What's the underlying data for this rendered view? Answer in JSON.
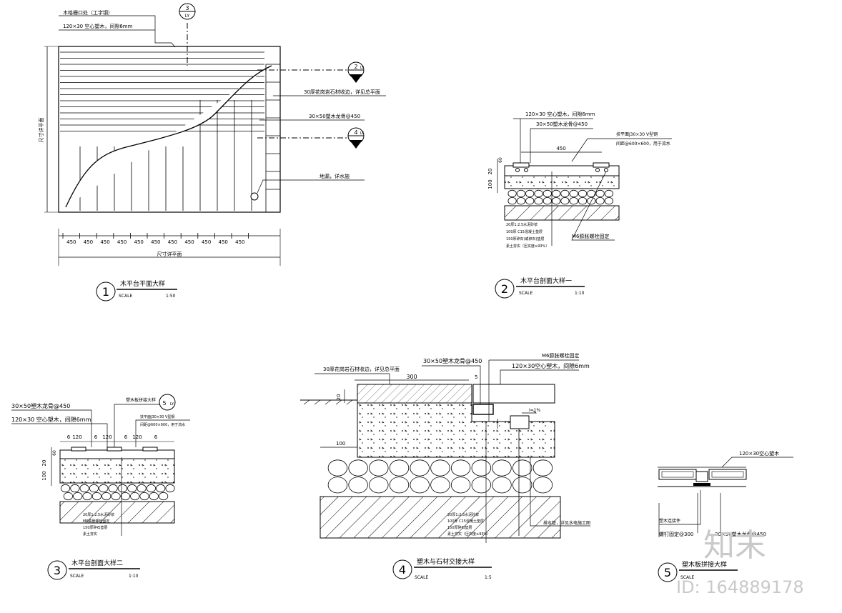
{
  "plan": {
    "note_top": "木格栅口处（工字钢）",
    "note_board": "120×30 空心塑木，间隙6mm",
    "note_edge": "30厚花岗岩石材收边，详见总平面",
    "note_joist": "30×50塑木龙骨@450",
    "note_drain": "地漏，详水施",
    "dim_unit": "450",
    "dim_label_bottom": "尺寸详平面",
    "dim_label_left": "尺寸详平面",
    "marker_top": "3",
    "marker_top_sub": "LY",
    "marker_right1": "2",
    "marker_right1_sub": "LY",
    "marker_right2": "4",
    "marker_right2_sub": "LY",
    "title_num": "1",
    "title": "木平台平面大样",
    "scale_label": "SCALE",
    "scale": "1:50"
  },
  "sec1": {
    "note_board": "120×30 空心塑木，间隙6mm",
    "note_joist": "30×50塑木龙骨@450",
    "note_steel1": "扶平面J30×30 V型钢",
    "note_steel2": "间距@600×600，用于流水",
    "dim_450": "450",
    "dim_20": "20",
    "dim_60": "60",
    "dim_100": "100",
    "layer1": "20厚1:2.5水泥砂浆",
    "layer2": "100厚 C15混凝土垫层",
    "layer3": "150厚碎石(或卵石)垫层",
    "layer4": "素土夯实（压实度≥93%）",
    "note_bolt": "M6膨胀螺栓固定",
    "title_num": "2",
    "title": "木平台剖面大样一",
    "scale_label": "SCALE",
    "scale": "1:10"
  },
  "sec2": {
    "note_joist": "30×50塑木龙骨@450",
    "note_board": "120×30 空心塑木，间隙6mm",
    "note_joint": "塑木板拼接大样",
    "note_steel1": "扶平面J30×30 V型钢",
    "note_steel2": "间距@600×600，用于流水",
    "marker": "5",
    "marker_sub": "LY",
    "dims": [
      "6",
      "120",
      "6",
      "120",
      "6",
      "120",
      "6"
    ],
    "dim_20": "20",
    "dim_60": "60",
    "dim_100": "100",
    "layer1": "20厚1:2.5水泥砂浆",
    "layer2": "M6膨胀螺栓固定",
    "layer3": "150厚碎石垫层",
    "layer4": "素土夯实",
    "title_num": "3",
    "title": "木平台剖面大样二",
    "scale_label": "SCALE",
    "scale": "1:10"
  },
  "sec3": {
    "note_edge": "30厚花岗岩石材收边，详见总平面",
    "note_joist": "30×50塑木龙骨@450",
    "note_bolt": "M6膨胀螺栓固定",
    "note_board": "120×30空心塑木，间隙6mm",
    "dim_300": "300",
    "dim_5": "5",
    "dim_20": "20",
    "dim_100": "100",
    "slope": "i=1%",
    "layer1": "20厚1:2.5水泥砂浆",
    "layer2": "100厚 C15混凝土垫层",
    "layer3": "150厚碎石垫层",
    "layer4": "素土夯实（压实度≥93%）",
    "note_drain": "排水管，详见水电施工图",
    "title_num": "4",
    "title": "塑木与石材交接大样",
    "scale_label": "SCALE",
    "scale": "1:5"
  },
  "sec4": {
    "note_board": "120×30空心塑木",
    "note_clip1": "塑木连接件",
    "note_clip2": "螺钉固定@300",
    "note_joist": "30×50塑木龙骨@450",
    "title_num": "5",
    "title": "塑木板拼接大样",
    "scale_label": "SCALE"
  },
  "watermark": {
    "brand": "知末",
    "id_text": "ID: 164889178"
  }
}
